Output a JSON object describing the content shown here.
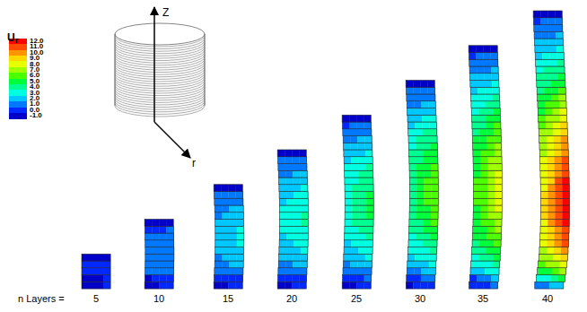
{
  "diagram": {
    "labels": [
      "U",
      "r",
      "Z",
      "r",
      "n Layers =",
      "5",
      "10",
      "15",
      "20",
      "25",
      "30",
      "35",
      "40"
    ],
    "legend": [
      {
        "text": "12.0",
        "color": "#ff0000"
      },
      {
        "text": "11.0",
        "color": "#ff4a00"
      },
      {
        "text": "10.0",
        "color": "#ff9400"
      },
      {
        "text": "9.0",
        "color": "#ffd700"
      },
      {
        "text": "8.0",
        "color": "#e8ff00"
      },
      {
        "text": "7.0",
        "color": "#a0ff00"
      },
      {
        "text": "6.0",
        "color": "#4cff00"
      },
      {
        "text": "5.0",
        "color": "#00ff3a"
      },
      {
        "text": "4.0",
        "color": "#00ff90"
      },
      {
        "text": "3.0",
        "color": "#00ffe0"
      },
      {
        "text": "2.0",
        "color": "#00c8ff"
      },
      {
        "text": "1.0",
        "color": "#0078ff"
      },
      {
        "text": "0.0",
        "color": "#0028ff"
      },
      {
        "text": "-1.0",
        "color": "#0000c8"
      }
    ]
  }
}
